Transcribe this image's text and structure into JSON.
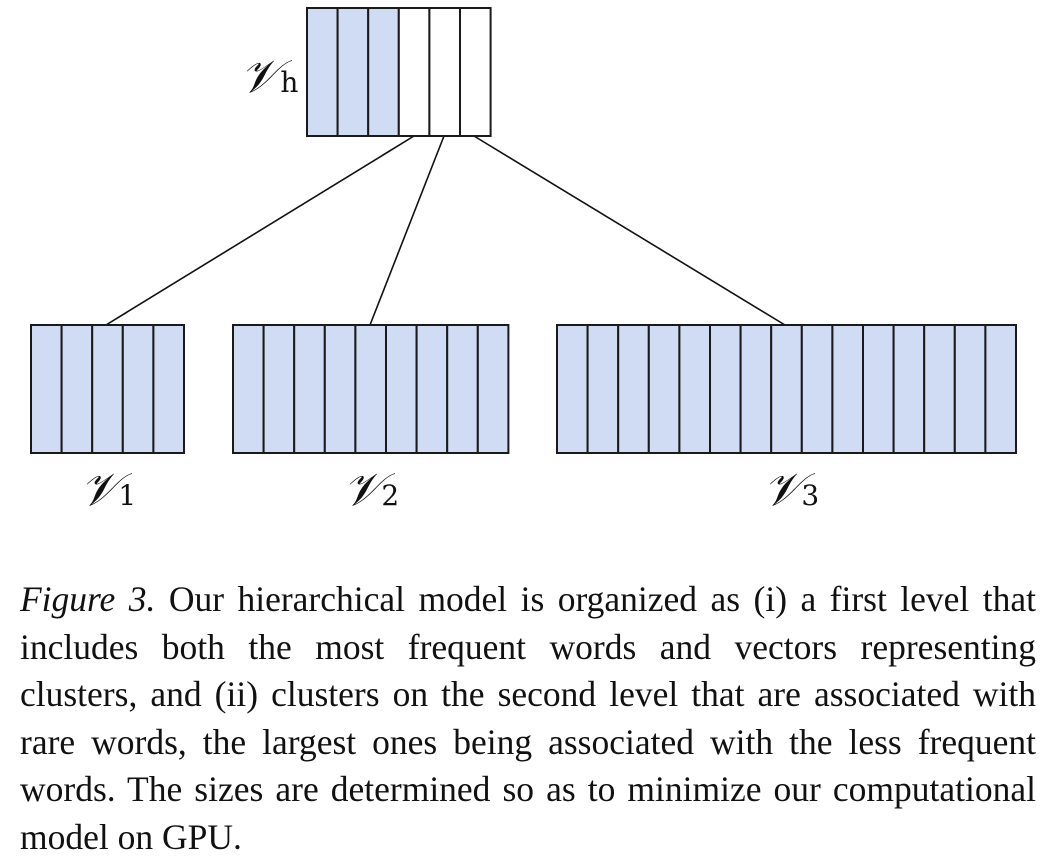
{
  "diagram": {
    "head": {
      "label": "𝒱",
      "subscript": "h",
      "filled_cells": 3,
      "empty_cells": 3
    },
    "clusters": [
      {
        "label": "𝒱",
        "subscript": "1",
        "cells": 5
      },
      {
        "label": "𝒱",
        "subscript": "2",
        "cells": 9
      },
      {
        "label": "𝒱",
        "subscript": "3",
        "cells": 15
      }
    ],
    "colors": {
      "filled": "#cfdcf3",
      "empty": "#ffffff",
      "stroke": "#1a1a1a"
    }
  },
  "caption": {
    "label": "Figure 3.",
    "text": " Our hierarchical model is organized as (i) a first level that includes both the most frequent words and vectors representing clusters, and (ii) clusters on the second level that are associated with rare words, the largest ones being associated with the less frequent words. The sizes are determined so as to minimize our computational model on GPU."
  }
}
